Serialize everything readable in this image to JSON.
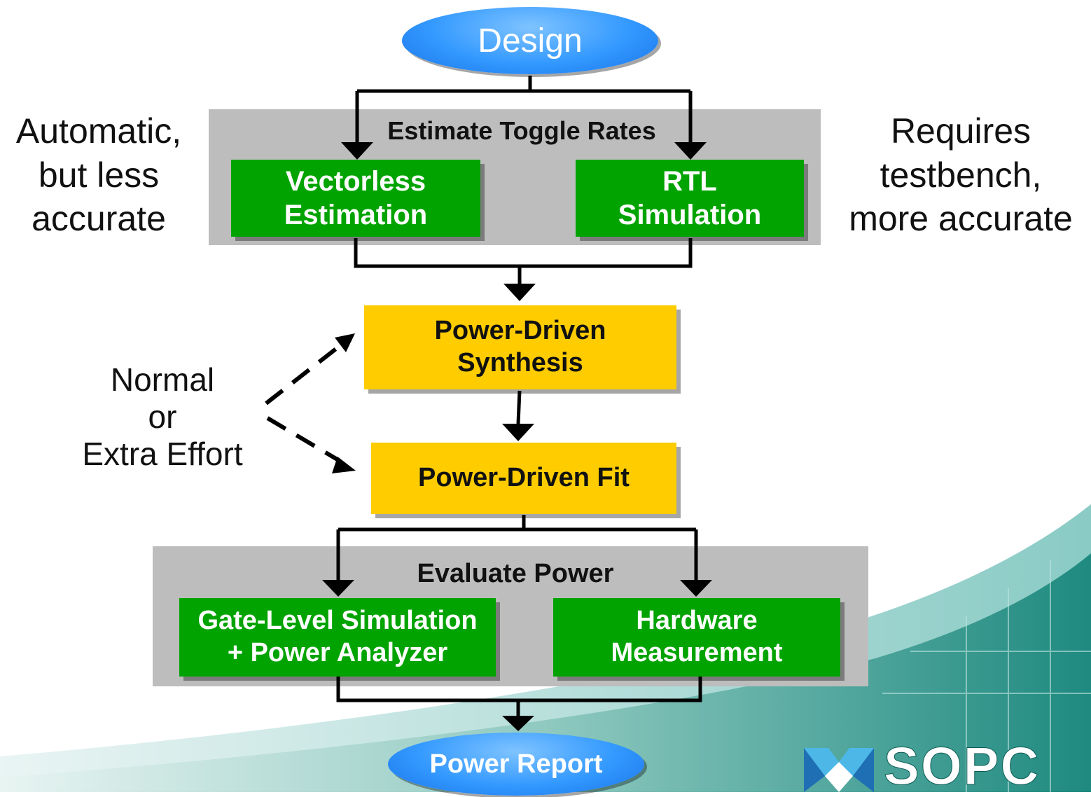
{
  "start_node": {
    "label": "Design"
  },
  "end_node": {
    "label": "Power Report"
  },
  "toggle_panel": {
    "title": "Estimate Toggle Rates",
    "left_box": [
      "Vectorless",
      "Estimation"
    ],
    "right_box": [
      "RTL",
      "Simulation"
    ]
  },
  "left_note": [
    "Automatic,",
    "but less",
    "accurate"
  ],
  "right_note": [
    "Requires",
    "testbench,",
    "more accurate"
  ],
  "synthesis_box": [
    "Power-Driven",
    "Synthesis"
  ],
  "fit_box": "Power-Driven Fit",
  "effort_note": [
    "Normal",
    "or",
    "Extra Effort"
  ],
  "evaluate_panel": {
    "title": "Evaluate Power",
    "left_box": [
      "Gate-Level Simulation",
      "+ Power Analyzer"
    ],
    "right_box": [
      "Hardware",
      "Measurement"
    ]
  },
  "logo": {
    "text": "SOPC"
  },
  "colors": {
    "green": "#00a300",
    "yellow": "#ffcc00",
    "blue": "#3399ff",
    "panel": "#bdbdbd",
    "teal": "#1f8a80"
  }
}
